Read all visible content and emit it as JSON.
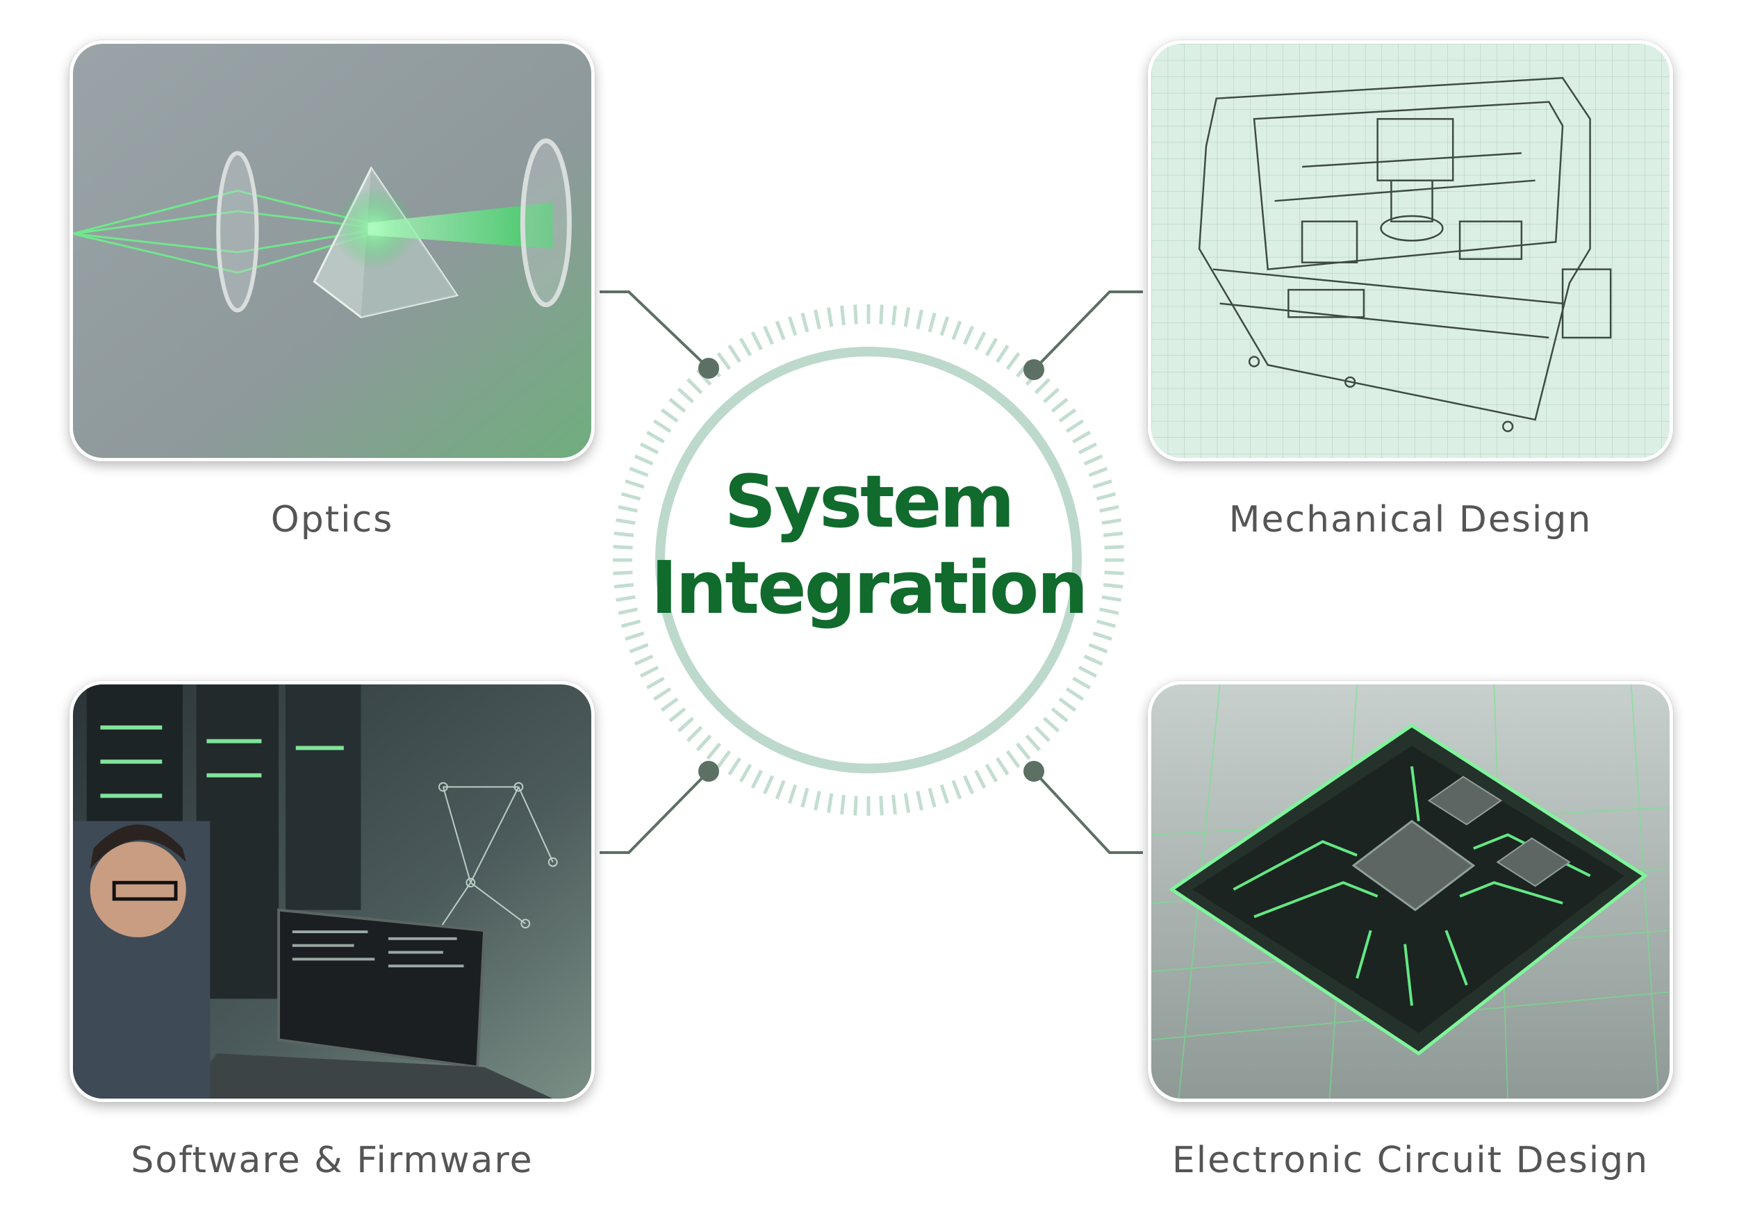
{
  "hub": {
    "line1": "System",
    "line2": "Integration"
  },
  "nodes": [
    {
      "label": "Optics",
      "image": "optics-lens-prism-laser"
    },
    {
      "label": "Mechanical Design",
      "image": "machine-blueprint"
    },
    {
      "label": "Software & Firmware",
      "image": "developer-laptop-server-room"
    },
    {
      "label": "Electronic Circuit Design",
      "image": "glowing-circuit-chip"
    }
  ],
  "colors": {
    "accent": "#106b2d",
    "ring": "#bcd9cc",
    "connector": "#5c7064",
    "caption": "#555555"
  }
}
